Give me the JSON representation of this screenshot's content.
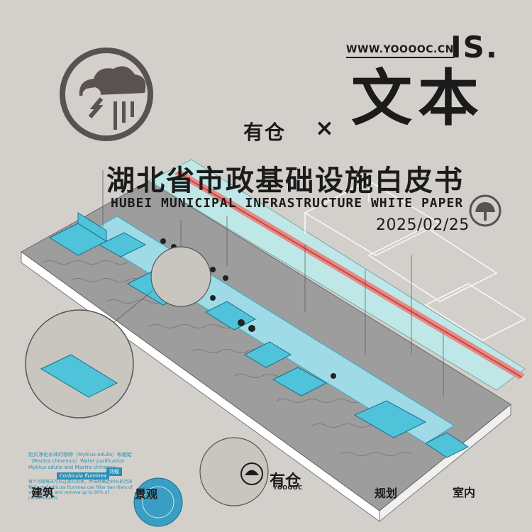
{
  "header": {
    "url": "WWW.YOOOOC.CN",
    "is": "IS.",
    "wenben": "文本",
    "brand": "有仓",
    "times": "×",
    "title_cn": "湖北省市政基础设施白皮书",
    "title_en": "HUBEI MUNICIPAL INFRASTRUCTURE WHITE PAPER",
    "date": "2025/02/25"
  },
  "diagram": {
    "labels": {
      "jianzhu": "建筑",
      "jingguan": "景观",
      "guihua": "规划",
      "shinei": "室内"
    },
    "callout_text": "贻贝净化水体的物种（Mytilus edulis）和蚬蛤（Mactra chinensis）Water purification Mytilus edulis and Mactra chinensis",
    "callout_tag": "河蚬",
    "corbicula": "Corbicula fluminea",
    "callout2_text": "每个河蚬每天可以过滤2L的水，并去除高达90%的污染物 Each Corbicula fluminea can filter two liters of water daily, and remove up to 90% of contaminants",
    "brand2": "有仓",
    "brand2_sub": "YOOOOC"
  },
  "colors": {
    "background": "#d3d0cb",
    "ink": "#1b1b1b",
    "cyan": "#4fc3d9",
    "cyan_dark": "#2a8fb5",
    "red": "#d9534f",
    "pale_cyan": "#bfe7e7"
  }
}
